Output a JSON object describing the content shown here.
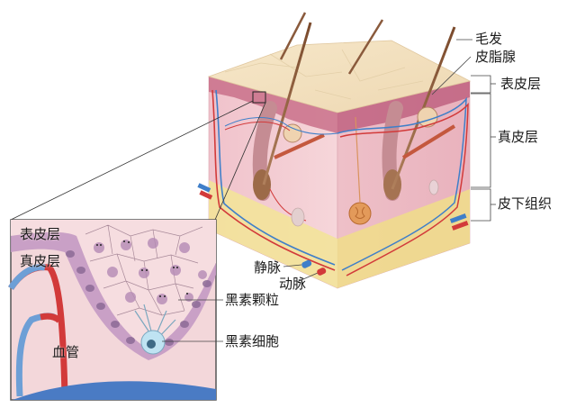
{
  "diagram": {
    "subject": "skin cross-section",
    "labels": {
      "hair": "毛发",
      "sebaceous_gland": "皮脂腺",
      "epidermis": "表皮层",
      "dermis": "真皮层",
      "subcutaneous": "皮下组织",
      "vein": "静脉",
      "artery": "动脉",
      "melanin_granules": "黑素颗粒",
      "melanocyte": "黑素细胞"
    },
    "inset": {
      "epidermis": "表皮层",
      "dermis": "真皮层",
      "blood_vessel": "血管"
    },
    "colors": {
      "epidermis_top": "#f3e3c4",
      "epidermis_edge": "#c9708a",
      "dermis": "#f2cdd3",
      "subcutaneous_fat": "#f3e39a",
      "artery": "#d23a3a",
      "vein": "#3f7fc9",
      "hair": "#8a5a3c",
      "inset_bg": "#f3d7da",
      "basal_cells": "#b58ab5",
      "melanocyte": "#bfe3f2"
    }
  }
}
